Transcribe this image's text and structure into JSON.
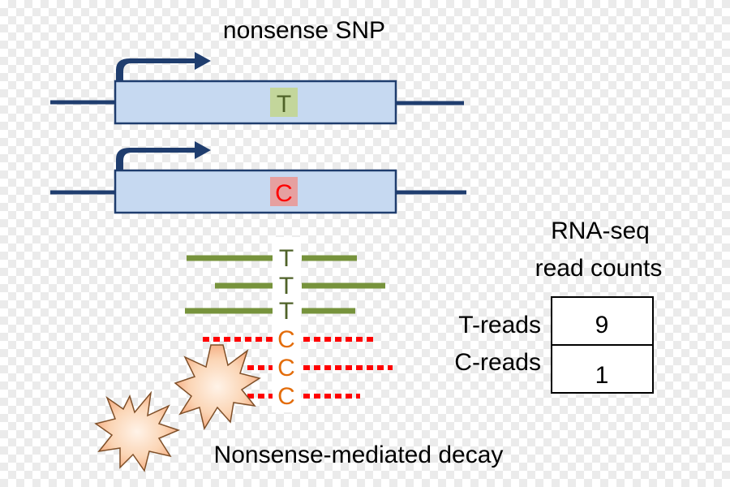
{
  "title": "nonsense SNP",
  "alleles": {
    "top": "T",
    "bottom": "C"
  },
  "reads": {
    "t_letters": [
      "T",
      "T",
      "T"
    ],
    "c_letters": [
      "C",
      "C",
      "C"
    ]
  },
  "table": {
    "header_line1": "RNA-seq",
    "header_line2": "read counts",
    "rows": [
      {
        "label": "T-reads",
        "value": "9"
      },
      {
        "label": "C-reads",
        "value": "1"
      }
    ]
  },
  "decay_label": "Nonsense-mediated decay",
  "colors": {
    "gene_box": "#c6d9f1",
    "gene_line": "#1f3d6e",
    "t_highlight": "#c3d69b",
    "t_text": "#4f6228",
    "c_highlight": "#e6a0a0",
    "c_text": "#ff0000",
    "read_t": "#77933c",
    "read_c": "#ff0000",
    "read_c_letter": "#e36c09",
    "burst_fill": "#fbd5b5",
    "burst_stroke": "#7f4f28"
  }
}
